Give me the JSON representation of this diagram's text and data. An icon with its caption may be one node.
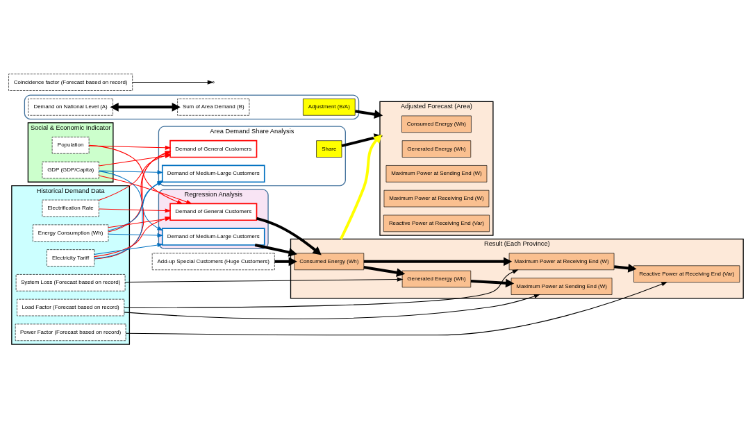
{
  "diagram": {
    "nodes": [
      {
        "text": [
          "Area Demand Share Analysis"
        ]
      },
      {
        "text": [
          "Demand of General Customers"
        ],
        "in": 0
      },
      {
        "text": [
          "Demand of Medium-Large Customers"
        ],
        "in": 0
      },
      {
        "text": [
          "Share"
        ],
        "in": 0
      },
      {
        "text": [
          "Social & Economic Indicator"
        ]
      },
      {
        "text": [
          "GDP (GDP/Capita)"
        ],
        "in": 4
      },
      {
        "text": [
          "Population"
        ],
        "in": 4
      },
      {
        "text": [
          "Historical Demand Data"
        ]
      },
      {
        "text": [
          "Energy Consumption (Wh)"
        ],
        "in": 7
      },
      {
        "text": [
          "Electrification Rate"
        ],
        "in": 7
      },
      {
        "text": [
          "Electricity Tariff"
        ],
        "in": 7
      },
      {
        "text": [
          "System Loss (Forecast based on record)"
        ],
        "in": 7
      },
      {
        "text": [
          "Load Factor (Forecast based on record)"
        ],
        "in": 7
      },
      {
        "text": [
          "Power Factor (Forecast based on record)"
        ],
        "in": 7
      },
      {
        "text": [
          "Regression Analysis"
        ]
      },
      {
        "text": [
          "Demand of General Customers"
        ],
        "in": 14
      },
      {
        "text": [
          "Demand of Medium-Large Customers"
        ],
        "in": 14
      },
      {
        "text": [
          "Add-up Special Customers (Huge Customers)"
        ]
      },
      {
        "text": [
          "Result (Each Province)"
        ]
      },
      {
        "text": [
          "Consumed Energy (Wh)"
        ],
        "in": 18
      },
      {
        "text": [
          "Generated Energy (Wh)"
        ],
        "in": 18
      },
      {
        "text": [
          "Maximum Power at Sending End (W)"
        ],
        "in": 18
      },
      {
        "text": [
          "Maximum Power at Receiving End (W)"
        ],
        "in": 18
      },
      {
        "text": [
          "Reactive Power at Receiving End (Var)"
        ],
        "in": 18
      },
      {
        "text": [],
        "shape": "box"
      },
      {
        "text": [
          "Demand on National Level (A)"
        ],
        "in": 24
      },
      {
        "text": [
          "Adjustment (B/A)"
        ],
        "in": 24
      },
      {
        "text": [
          "Sum of Area Demand (B)"
        ],
        "in": 24
      },
      {
        "text": [
          "Coincidence factor (Forecast based on record)"
        ]
      },
      {
        "text": [
          "Adjusted Forecast (Area)"
        ]
      },
      {
        "text": [
          "Consumed Energy (Wh)"
        ],
        "in": 29
      },
      {
        "text": [
          "Generated Energy (Wh)"
        ],
        "in": 29
      },
      {
        "text": [
          "Maximum Power at Sending End (W)"
        ],
        "in": 29
      },
      {
        "text": [
          "Maximum Power at Receiving End (W)"
        ],
        "in": 29
      },
      {
        "text": [
          "Reactive Power at Receiving End (Var)"
        ],
        "in": 29
      }
    ],
    "edges": [
      {
        "from": 5,
        "to": 15,
        "arrow": "to",
        "color": "#ff0000"
      },
      {
        "from": 5,
        "to": 1,
        "arrow": "to",
        "color": "#ff0000"
      },
      {
        "from": 6,
        "to": 15,
        "arrow": "to",
        "color": "#ff0000"
      },
      {
        "from": 6,
        "to": 1,
        "arrow": "to",
        "color": "#ff0000"
      },
      {
        "from": 8,
        "to": 15,
        "arrow": "to",
        "color": "#ff0000"
      },
      {
        "from": 8,
        "to": 1,
        "arrow": "to",
        "color": "#ff0000"
      },
      {
        "from": 9,
        "to": 15,
        "arrow": "to",
        "color": "#ff0000"
      },
      {
        "from": 9,
        "to": 1,
        "arrow": "to",
        "color": "#ff0000"
      },
      {
        "from": 10,
        "to": 15,
        "arrow": "to",
        "color": "#ff0000"
      },
      {
        "from": 10,
        "to": 1,
        "arrow": "to",
        "color": "#ff0000"
      },
      {
        "from": 5,
        "to": 16,
        "arrow": "to",
        "color": "#0070c0"
      },
      {
        "from": 5,
        "to": 2,
        "arrow": "to",
        "color": "#0070c0"
      },
      {
        "from": 8,
        "to": 16,
        "arrow": "to",
        "color": "#0070c0"
      },
      {
        "from": 8,
        "to": 2,
        "arrow": "to",
        "color": "#0070c0"
      },
      {
        "from": 10,
        "to": 16,
        "arrow": "to",
        "color": "#0070c0"
      },
      {
        "from": 10,
        "to": 2,
        "arrow": "to",
        "color": "#0070c0"
      },
      {
        "from": 16,
        "to": 19,
        "arrow": "to",
        "style": "thick"
      },
      {
        "from": 17,
        "to": 19,
        "arrow": "to",
        "style": "thick"
      },
      {
        "from": 15,
        "to": 19,
        "arrow": "to",
        "style": "thick"
      },
      {
        "from": 19,
        "to": 20,
        "arrow": "to",
        "style": "thick"
      },
      {
        "from": 19,
        "to": 22,
        "arrow": "to",
        "style": "thick"
      },
      {
        "from": 20,
        "to": 21,
        "arrow": "to",
        "style": "thick"
      },
      {
        "from": 22,
        "to": 23,
        "arrow": "to",
        "style": "thick"
      },
      {
        "from": 11,
        "to": 20,
        "arrow": "to"
      },
      {
        "from": 12,
        "to": 21,
        "arrow": "to"
      },
      {
        "from": 12,
        "to": 22,
        "arrow": "to"
      },
      {
        "from": 13,
        "to": 23,
        "arrow": "to"
      },
      {
        "from": 3,
        "to": 29,
        "arrow": "to",
        "style": "thick"
      },
      {
        "from": 26,
        "to": 29,
        "arrow": "to",
        "style": "thick"
      },
      {
        "from": 28,
        "to": null,
        "arrow": "to"
      },
      {
        "from": 25,
        "to": 27,
        "arrow": "both",
        "style": "thick"
      },
      {
        "from": 18,
        "to": 29,
        "arrow": "to",
        "style": "thick",
        "color": "#ffff00"
      }
    ]
  }
}
